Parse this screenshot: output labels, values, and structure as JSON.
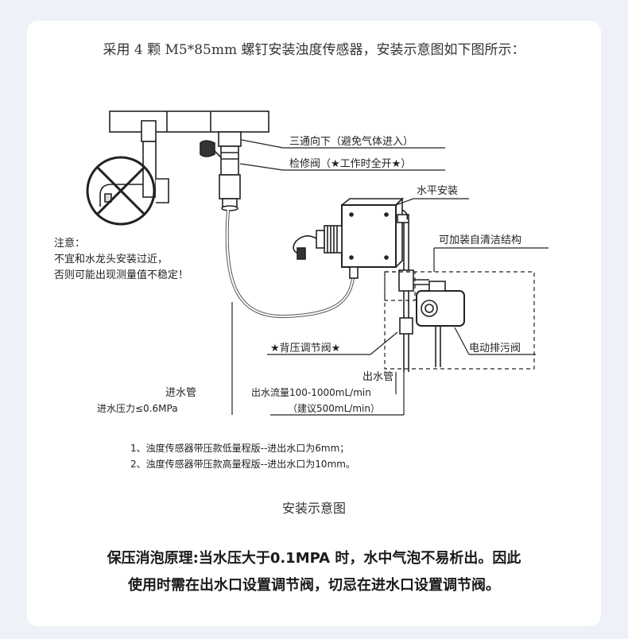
{
  "heading": "采用 4 颗 M5*85mm 螺钉安装浊度传感器，安装示意图如下图所示：",
  "labels": {
    "tee_down": "三通向下（避免气体进入）",
    "service_valve": "检修阀（★工作时全开★）",
    "horizontal": "水平安装",
    "self_clean": "可加装自清洁结构",
    "note_title": "注意：",
    "note_line1": "不宜和水龙头安装过近，",
    "note_line2": "否则可能出现测量值不稳定！",
    "back_pressure": "★背压调节阀★",
    "drain_valve": "电动排污阀",
    "outlet_title": "出水管",
    "outlet_flow": "出水流量100-1000mL/min",
    "outlet_suggest": "（建议500mL/min）",
    "inlet_title": "进水管",
    "inlet_pressure": "进水压力≤0.6MPa",
    "spec1": "1、浊度传感器带压款低量程版--进出水口为6mm；",
    "spec2": "2、浊度传感器带压款高量程版--进出水口为10mm。"
  },
  "caption": "安装示意图",
  "principle": {
    "line1": "保压消泡原理:当水压大于0.1MPA 时，水中气泡不易析出。因此",
    "line2": "使用时需在出水口设置调节阀，切忌在进水口设置调节阀。"
  }
}
